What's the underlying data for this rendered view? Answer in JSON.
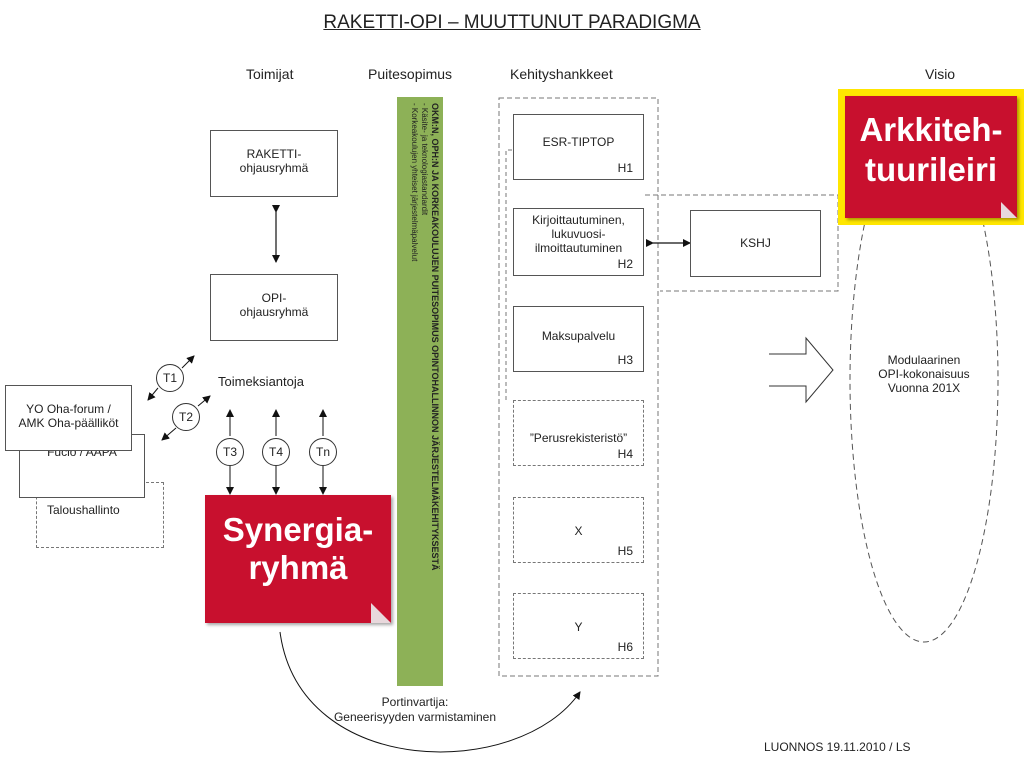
{
  "title": "RAKETTI-OPI – MUUTTUNUT PARADIGMA",
  "headers": {
    "toimijat": "Toimijat",
    "puitesopimus": "Puitesopimus",
    "kehityshankkeet": "Kehityshankkeet",
    "visio": "Visio"
  },
  "toimijat": {
    "raketti_line1": "RAKETTI-",
    "raketti_line2": "ohjausryhmä",
    "opi_line1": "OPI-",
    "opi_line2": "ohjausryhmä",
    "toimeksiantoja": "Toimeksiantoja",
    "yo_line1": "YO Oha-forum /",
    "yo_line2": "AMK Oha-päälliköt",
    "fucio": "Fucio / AAPA",
    "taloushallinto": "Taloushallinto",
    "synergia_line1": "Synergia-",
    "synergia_line2": "ryhmä",
    "circles": [
      "T1",
      "T2",
      "T3",
      "T4",
      "Tn"
    ]
  },
  "puitesopimus": {
    "main": "OKM:N, OPH:N JA KORKEAKOULUJEN PUITESOPIMUS OPINTOHALLINNON JÄRJESTELMÄKEHITYKSESTÄ",
    "bullet1": "- Käsite- ja teknologiastandardit",
    "bullet2": "- Korkeakoulujen yhteiset järjestelmäpalvelut",
    "colors": {
      "band": "#8db157"
    }
  },
  "hankkeet": [
    {
      "label": "ESR-TIPTOP",
      "code": "H1"
    },
    {
      "label_lines": [
        "Kirjoittautuminen,",
        "lukuvuosi-",
        "ilmoittautuminen"
      ],
      "code": "H2"
    },
    {
      "label": "Maksupalvelu",
      "code": "H3"
    },
    {
      "label": "”Perusrekisteristö”",
      "code": "H4"
    },
    {
      "label": "X",
      "code": "H5"
    },
    {
      "label": "Y",
      "code": "H6"
    }
  ],
  "kshj": "KSHJ",
  "visio": {
    "arkkiteh_line1": "Arkkiteh-",
    "arkkiteh_line2": "tuurileiri",
    "line1": "Modulaarinen",
    "line2": "OPI-kokonaisuus",
    "line3": "Vuonna 201X"
  },
  "portinvartija": {
    "line1": "Portinvartija:",
    "line2": "Geneerisyyden varmistaminen"
  },
  "footer": "LUONNOS 19.11.2010 / LS",
  "colors": {
    "red": "#c8102e",
    "yellow": "#ffe600"
  }
}
